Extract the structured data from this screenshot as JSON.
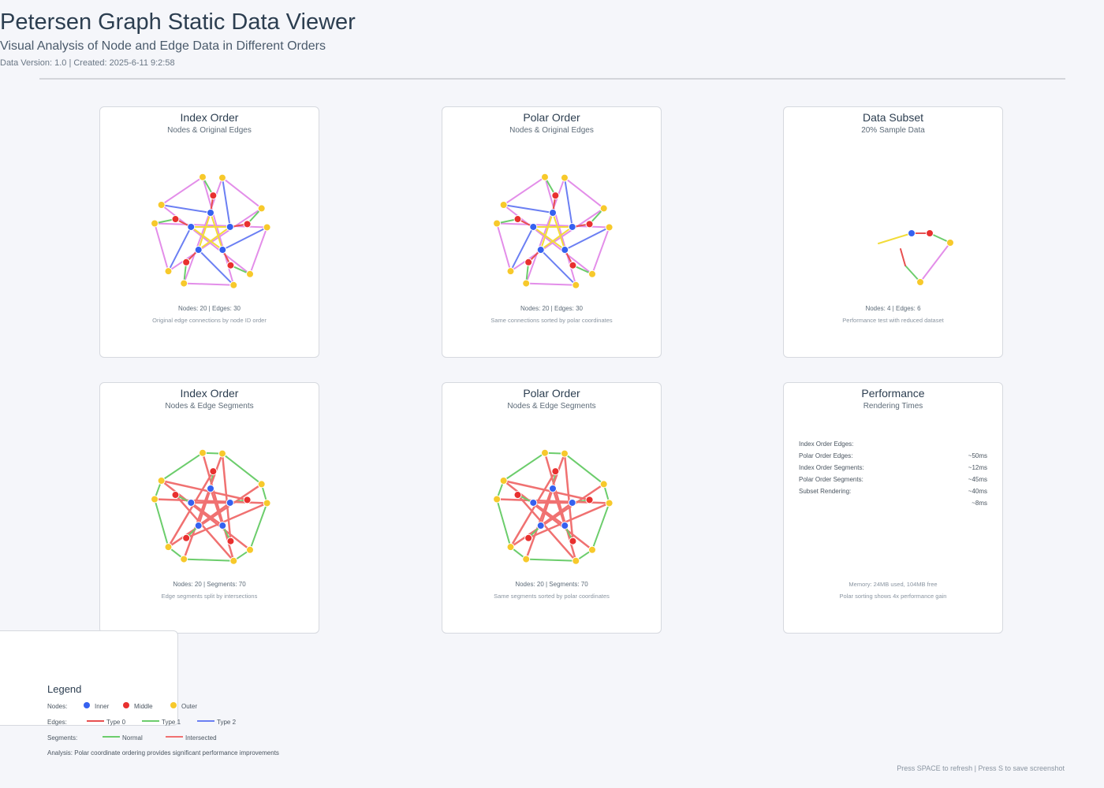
{
  "header": {
    "title": "Petersen Graph Static Data Viewer",
    "subtitle": "Visual Analysis of Node and Edge Data in Different Orders",
    "version": "Data Version: 1.0 | Created: 2025-6-11 9:2:58"
  },
  "colors": {
    "inner": "#3561f0",
    "middle": "#e8302f",
    "outer": "#f7c92b",
    "edge_type0": "#e85050",
    "edge_type1": "#6ccd6c",
    "edge_type2": "#6b7ff3",
    "outer_ring": "#e38ee9",
    "star": "#f2dc39",
    "segment_normal": "#6ccd6c",
    "segment_intersected": "#f07171"
  },
  "panels": [
    {
      "id": "index-edges",
      "title": "Index Order",
      "subtitle": "Nodes & Original Edges",
      "stats": "Nodes: 20 | Edges: 30",
      "desc": "Original edge connections by node ID order",
      "mode": "edges",
      "variant": "index"
    },
    {
      "id": "polar-edges",
      "title": "Polar Order",
      "subtitle": "Nodes & Original Edges",
      "stats": "Nodes: 20 | Edges: 30",
      "desc": "Same connections sorted by polar coordinates",
      "mode": "edges",
      "variant": "polar"
    },
    {
      "id": "subset",
      "title": "Data Subset",
      "subtitle": "20% Sample Data",
      "stats": "Nodes: 4 | Edges: 6",
      "desc": "Performance test with reduced dataset",
      "mode": "subset",
      "variant": "subset"
    },
    {
      "id": "index-segments",
      "title": "Index Order",
      "subtitle": "Nodes & Edge Segments",
      "stats": "Nodes: 20 | Segments: 70",
      "desc": "Edge segments split by intersections",
      "mode": "segments",
      "variant": "index"
    },
    {
      "id": "polar-segments",
      "title": "Polar Order",
      "subtitle": "Nodes & Edge Segments",
      "stats": "Nodes: 20 | Segments: 70",
      "desc": "Same segments sorted by polar coordinates",
      "mode": "segments",
      "variant": "polar"
    }
  ],
  "performance": {
    "title": "Performance",
    "subtitle": "Rendering Times",
    "labels": [
      "Index Order Edges:",
      "Polar Order Edges:",
      "Index Order Segments:",
      "Polar Order Segments:",
      "Subset Rendering:"
    ],
    "values": [
      "~50ms",
      "~12ms",
      "~45ms",
      "~40ms",
      "~8ms"
    ],
    "memory": "Memory: 24MB used, 104MB free",
    "note": "Polar sorting shows 4x performance gain"
  },
  "legend": {
    "title": "Legend",
    "nodes_label": "Nodes:",
    "node_inner": "Inner",
    "node_middle": "Middle",
    "node_outer": "Outer",
    "edges_label": "Edges:",
    "edge_type0": "Type 0",
    "edge_type1": "Type 1",
    "edge_type2": "Type 2",
    "segments_label": "Segments:",
    "segment_normal": "Normal",
    "segment_intersected": "Intersected",
    "analysis": "Analysis: Polar coordinate ordering provides significant performance improvements"
  },
  "footer": "Press SPACE to refresh | Press S to save screenshot"
}
